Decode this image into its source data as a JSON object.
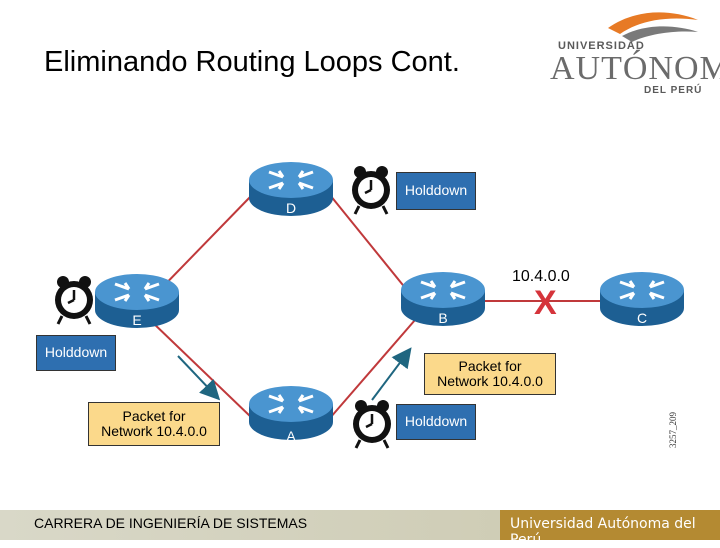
{
  "title": "Eliminando Routing Loops Cont.",
  "logo": {
    "line1": "UNIVERSIDAD",
    "line2": "AUTÓNOMA",
    "line3": "DEL PERÚ",
    "colors": {
      "orange": "#e77a25",
      "gray": "#7a7a7a"
    }
  },
  "side_code": "3257_209",
  "routers": [
    {
      "id": "D",
      "label": "D"
    },
    {
      "id": "E",
      "label": "E"
    },
    {
      "id": "B",
      "label": "B"
    },
    {
      "id": "C",
      "label": "C"
    },
    {
      "id": "A",
      "label": "A"
    }
  ],
  "holddown_boxes": {
    "d": "Holddown",
    "e": "Holddown",
    "a": "Holddown"
  },
  "packet_boxes": {
    "left": {
      "line1": "Packet for",
      "line2": "Network 10.4.0.0"
    },
    "right": {
      "line1": "Packet for",
      "line2": "Network 10.4.0.0"
    }
  },
  "network_label": "10.4.0.0",
  "failed_link_mark": "X",
  "colors": {
    "router": "#2d7ab8",
    "link": "#c0393b",
    "holddown_bg": "#2e6fb0",
    "packet_bg": "#fbd98b",
    "arrow": "#1f6680"
  },
  "footer": {
    "left": "CARRERA DE INGENIERÍA DE SISTEMAS",
    "right": "Universidad Autónoma del Perú"
  }
}
